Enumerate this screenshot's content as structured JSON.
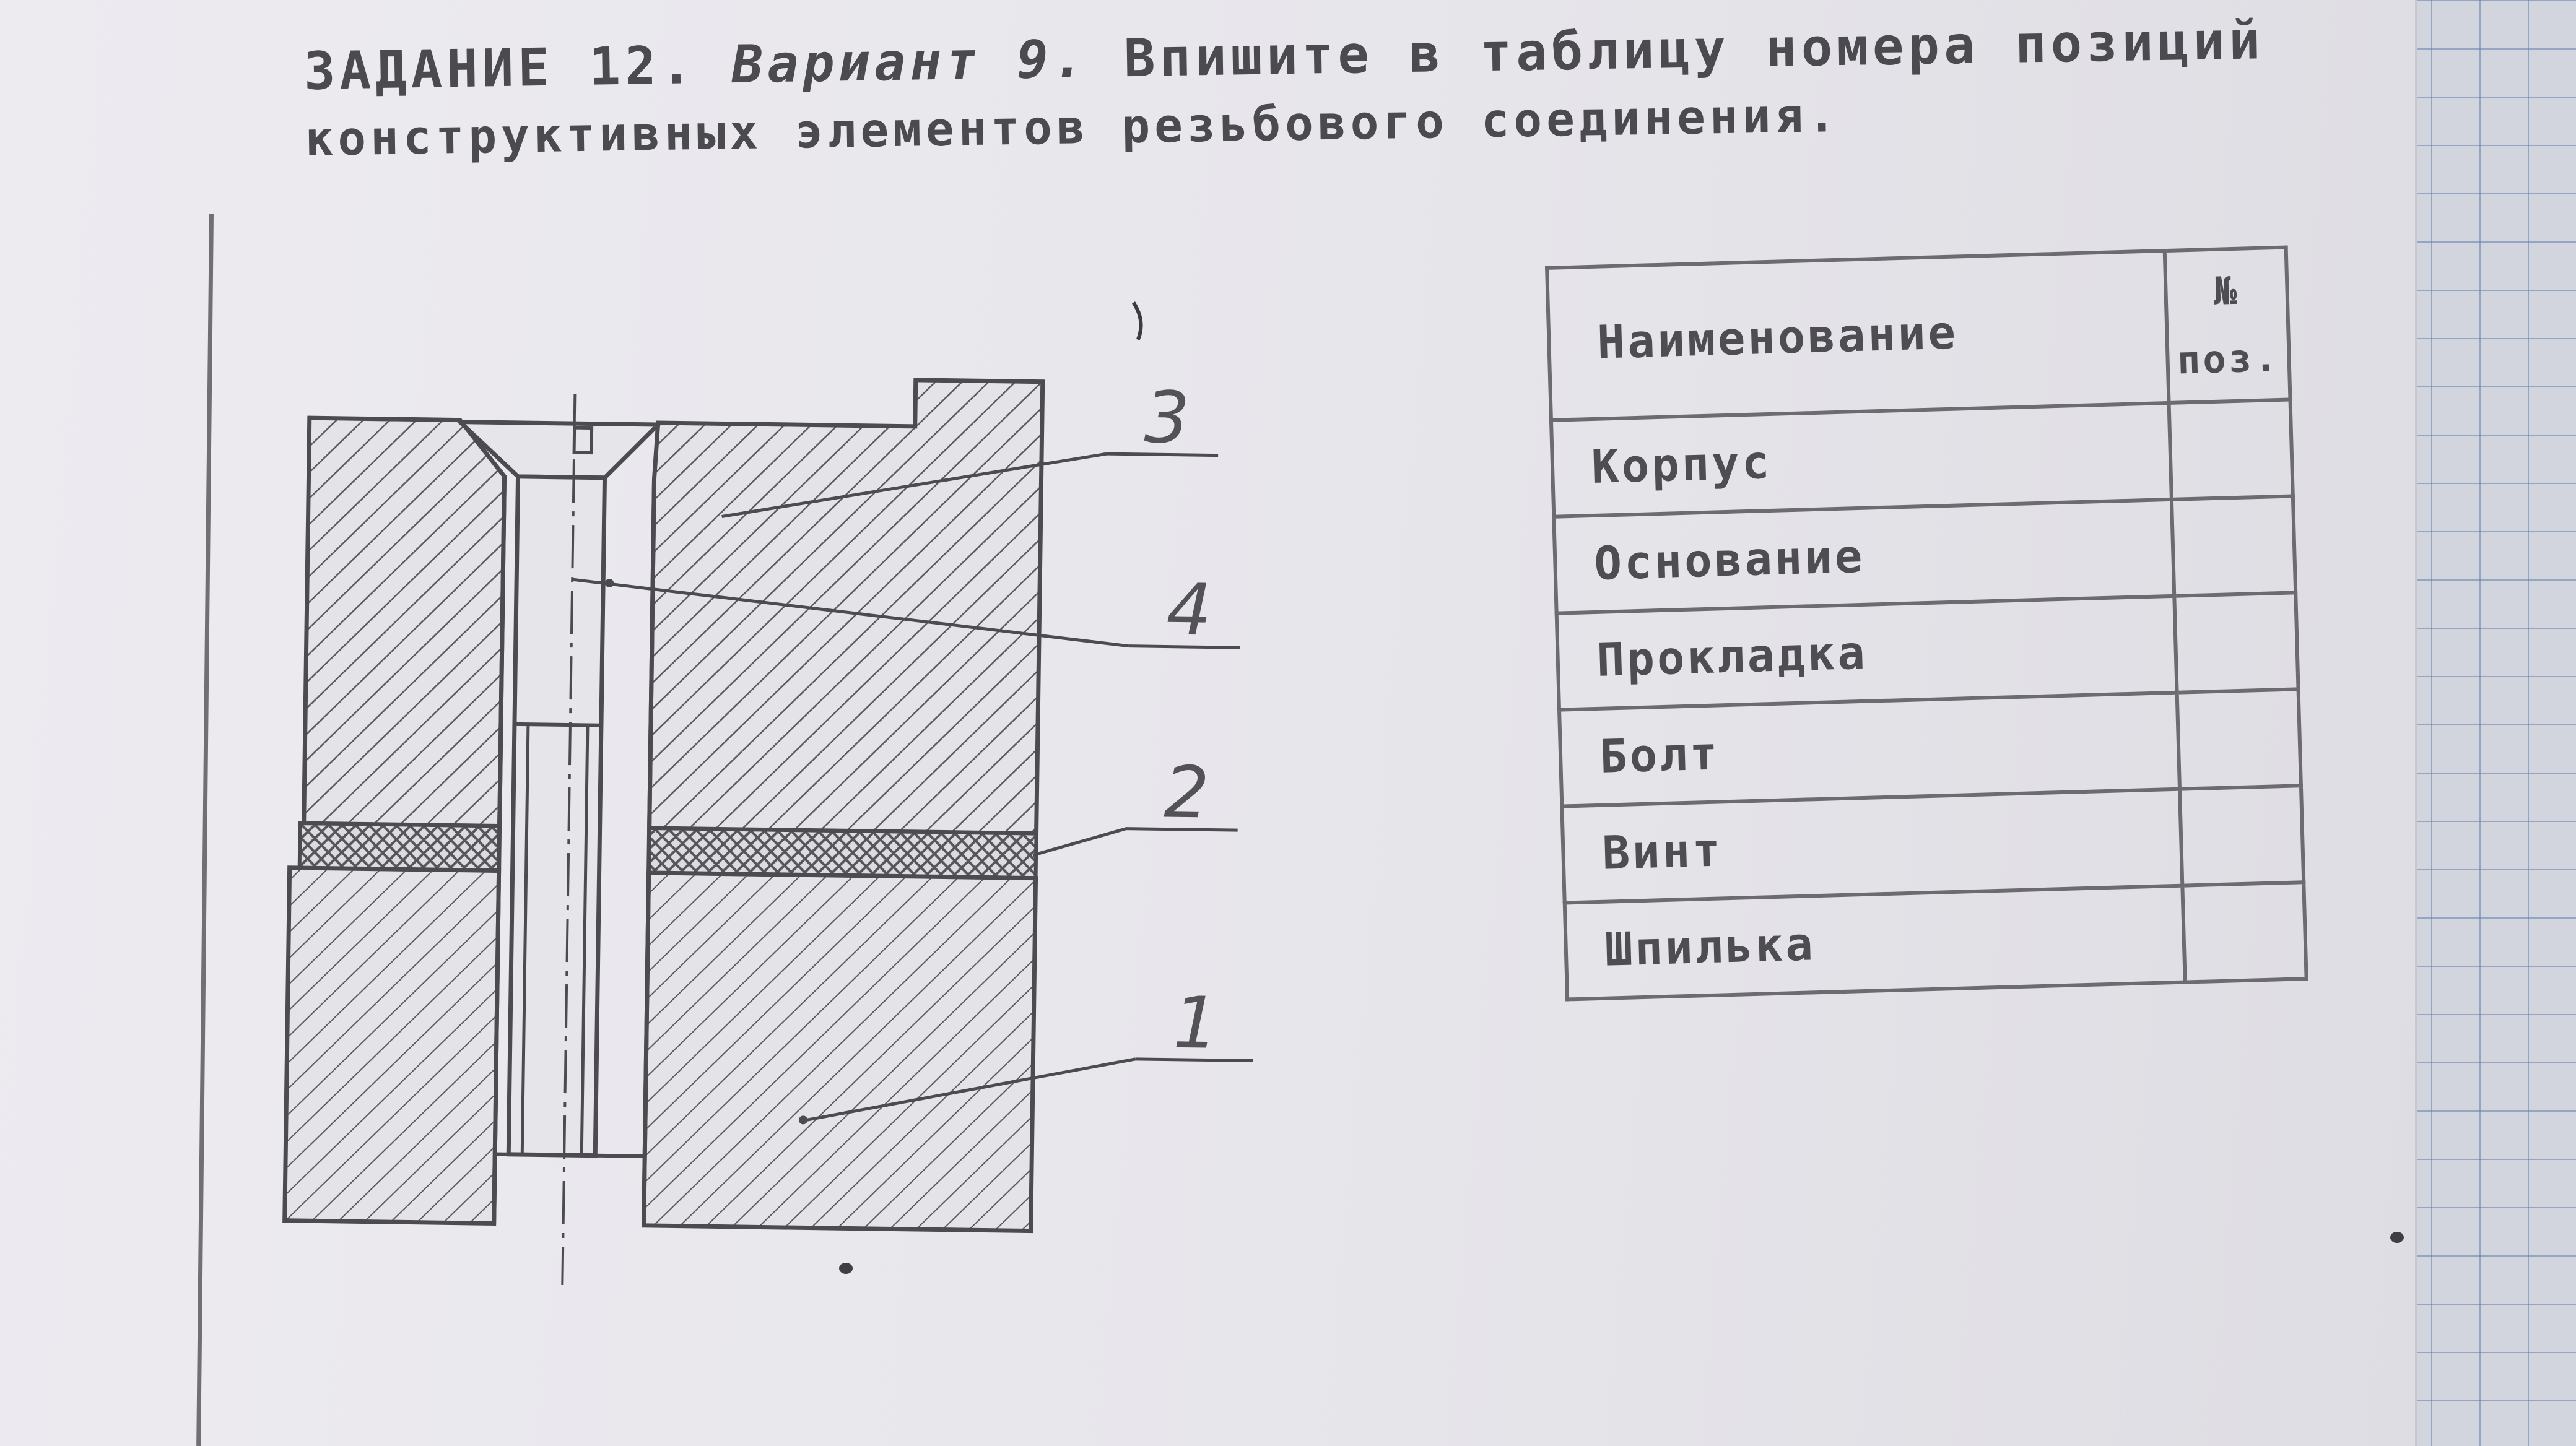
{
  "heading": {
    "task_label": "ЗАДАНИЕ 12.",
    "variant": "Вариант 9.",
    "instruction": "Впишите в таблицу номера позиций",
    "instruction_line2": "конструктивных элементов резьбового соединения."
  },
  "drawing": {
    "callouts": [
      "3",
      "4",
      "2",
      "1"
    ]
  },
  "table": {
    "header_name": "Наименование",
    "header_pos_line1": "№",
    "header_pos_line2": "поз.",
    "rows": [
      {
        "name": "Корпус",
        "pos": ""
      },
      {
        "name": "Основание",
        "pos": ""
      },
      {
        "name": "Прокладка",
        "pos": ""
      },
      {
        "name": "Болт",
        "pos": ""
      },
      {
        "name": "Винт",
        "pos": ""
      },
      {
        "name": "Шпилька",
        "pos": ""
      }
    ]
  },
  "colors": {
    "ink": "#4b4b4f",
    "paper": "#e7e6eb",
    "grid_paper": "#d2d5de"
  }
}
